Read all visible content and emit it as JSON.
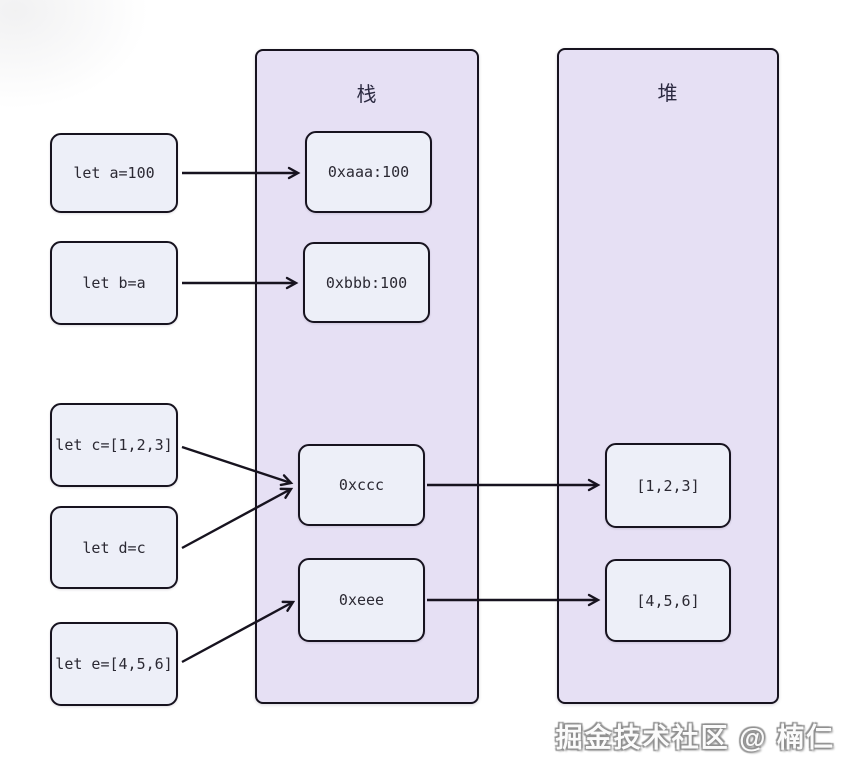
{
  "diagram": {
    "stack_panel": {
      "title": "栈"
    },
    "heap_panel": {
      "title": "堆"
    },
    "variables": [
      {
        "id": "a",
        "label": "let a=100"
      },
      {
        "id": "b",
        "label": "let b=a"
      },
      {
        "id": "c",
        "label": "let c=[1,2,3]"
      },
      {
        "id": "d",
        "label": "let d=c"
      },
      {
        "id": "e",
        "label": "let e=[4,5,6]"
      }
    ],
    "stack_cells": [
      {
        "id": "0xaaa",
        "label": "0xaaa:100"
      },
      {
        "id": "0xbbb",
        "label": "0xbbb:100"
      },
      {
        "id": "0xccc",
        "label": "0xccc"
      },
      {
        "id": "0xeee",
        "label": "0xeee"
      }
    ],
    "heap_cells": [
      {
        "id": "arr123",
        "label": "[1,2,3]"
      },
      {
        "id": "arr456",
        "label": "[4,5,6]"
      }
    ],
    "relations": [
      "let a=100 -> 0xaaa:100",
      "let b=a -> 0xbbb:100",
      "let c=[1,2,3] -> 0xccc",
      "let d=c -> 0xccc",
      "let e=[4,5,6] -> 0xeee",
      "0xccc -> [1,2,3]",
      "0xeee -> [4,5,6]"
    ]
  },
  "watermark": {
    "text": "掘金技术社区 @ 楠仁"
  },
  "colors": {
    "panel_fill": "#e6e0f4",
    "cell_fill": "#edeff8",
    "border": "#17131f",
    "text": "#2b2933",
    "background": "#ffffff"
  }
}
